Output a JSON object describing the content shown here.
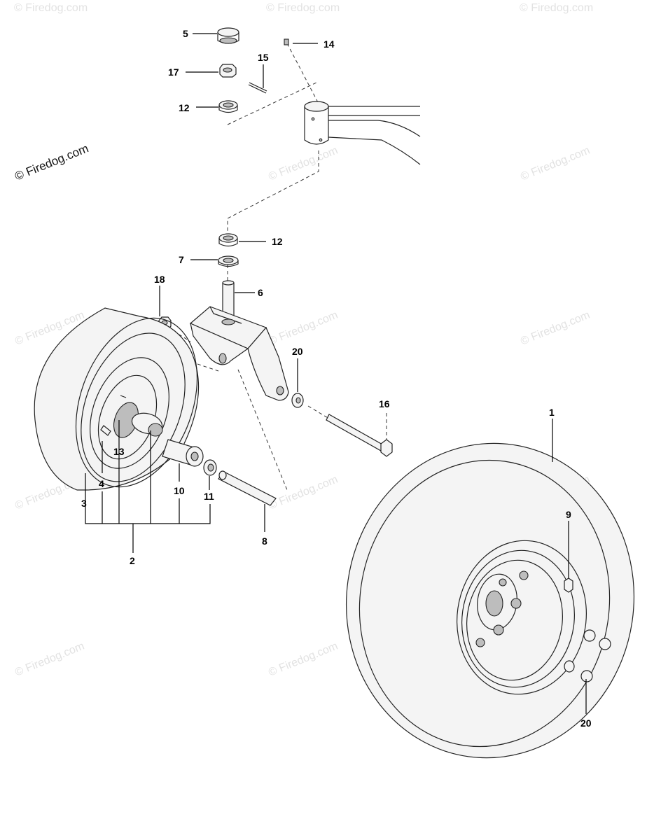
{
  "watermark": {
    "text": "© Firedog.com"
  },
  "callouts": {
    "c5": "5",
    "c14": "14",
    "c17": "17",
    "c15": "15",
    "c12a": "12",
    "c12b": "12",
    "c7": "7",
    "c6": "6",
    "c18": "18",
    "c20a": "20",
    "c16": "16",
    "c1": "1",
    "c13": "13",
    "c4": "4",
    "c3": "3",
    "c10": "10",
    "c11": "11",
    "c8": "8",
    "c2": "2",
    "c9": "9",
    "c20b": "20"
  }
}
